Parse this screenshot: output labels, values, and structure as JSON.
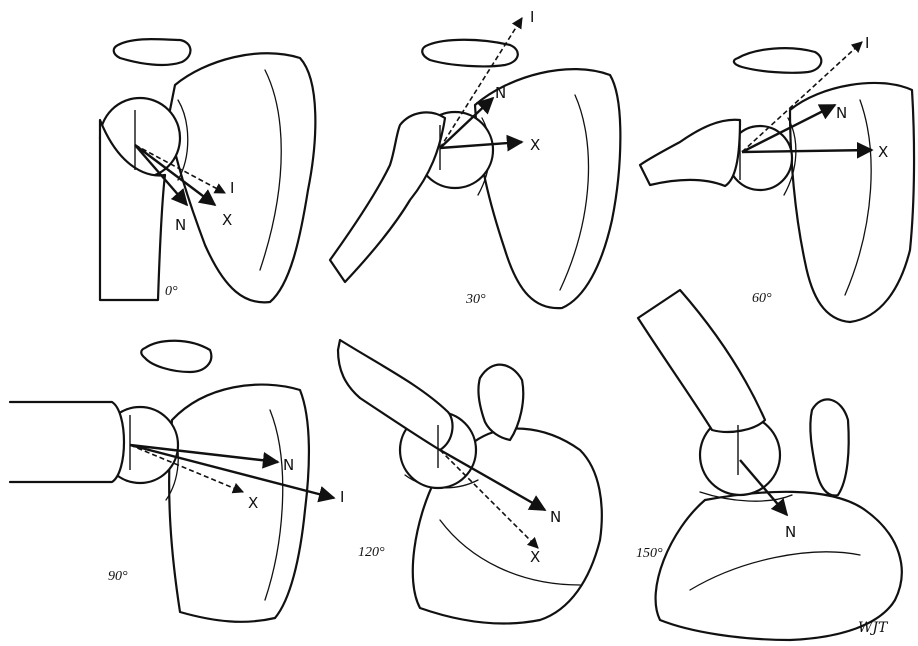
{
  "panels": [
    {
      "angle_label": "0°",
      "vectors": [
        {
          "label": "I"
        },
        {
          "label": "N"
        },
        {
          "label": "X"
        }
      ]
    },
    {
      "angle_label": "30°",
      "vectors": [
        {
          "label": "I"
        },
        {
          "label": "N"
        },
        {
          "label": "X"
        }
      ]
    },
    {
      "angle_label": "60°",
      "vectors": [
        {
          "label": "I"
        },
        {
          "label": "N"
        },
        {
          "label": "X"
        }
      ]
    },
    {
      "angle_label": "90°",
      "vectors": [
        {
          "label": "N"
        },
        {
          "label": "X"
        },
        {
          "label": "I"
        }
      ]
    },
    {
      "angle_label": "120°",
      "vectors": [
        {
          "label": "N"
        },
        {
          "label": "X"
        }
      ]
    },
    {
      "angle_label": "150°",
      "vectors": [
        {
          "label": "N"
        }
      ]
    }
  ],
  "signature": "WJT",
  "colors": {
    "line": "#111111",
    "background": "#ffffff"
  }
}
